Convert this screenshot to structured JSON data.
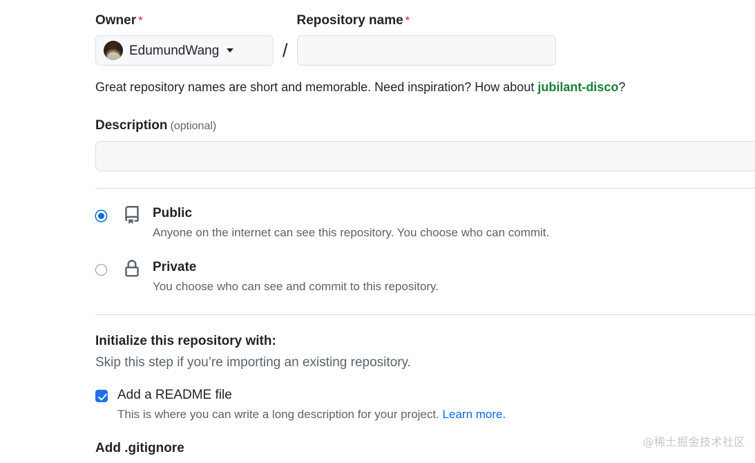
{
  "owner": {
    "label": "Owner",
    "required_mark": "*",
    "selected": "EdumundWang",
    "avatar_name": "user-avatar",
    "caret_icon": "chevron-down-icon"
  },
  "repository_name": {
    "label": "Repository name",
    "required_mark": "*",
    "value": "",
    "placeholder": ""
  },
  "separator": "/",
  "hint": {
    "prefix": "Great repository names are short and memorable. Need inspiration? How about ",
    "suggestion": "jubilant-disco",
    "suffix": "?",
    "suggestion_color": "#1a7f37"
  },
  "description": {
    "label": "Description",
    "optional_text": "(optional)",
    "value": "",
    "placeholder": ""
  },
  "visibility": {
    "selected": "public",
    "options": [
      {
        "id": "public",
        "title": "Public",
        "description": "Anyone on the internet can see this repository. You choose who can commit.",
        "icon": "repo-book-icon",
        "checked": true
      },
      {
        "id": "private",
        "title": "Private",
        "description": "You choose who can see and commit to this repository.",
        "icon": "lock-icon",
        "checked": false
      }
    ]
  },
  "initialize": {
    "title": "Initialize this repository with:",
    "subtitle": "Skip this step if you’re importing an existing repository.",
    "readme": {
      "label": "Add a README file",
      "description": "This is where you can write a long description for your project. ",
      "link_text": "Learn more.",
      "checked": true,
      "link_color": "#0969da"
    },
    "next_field_label": "Add .gitignore"
  },
  "watermark": "@稀土掘金技术社区",
  "colors": {
    "text": "#1f2328",
    "muted": "#59636e",
    "field_bg": "#f6f8fa",
    "border": "#d8dee4",
    "divider": "#d1d9e0",
    "required": "#cf222e",
    "accent_blue": "#0969da",
    "checkbox_blue": "#1f6feb",
    "green_link": "#1a7f37"
  }
}
